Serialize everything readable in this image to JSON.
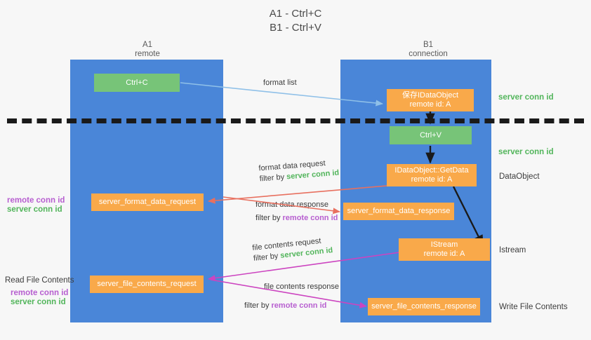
{
  "title": {
    "line1": "A1 - Ctrl+C",
    "line2": "B1 - Ctrl+V"
  },
  "columns": [
    {
      "name": "A1",
      "sublabel": "remote"
    },
    {
      "name": "B1",
      "sublabel": "connection"
    }
  ],
  "colors": {
    "lane": "#4a86d8",
    "node_orange": "#f9a94a",
    "node_green": "#77c478",
    "server_conn": "#52b55b",
    "remote_conn": "#b75fd0",
    "arrow_blue": "#8fc0e8",
    "arrow_red": "#e8705f",
    "arrow_magenta": "#cc44c0",
    "arrow_black": "#1a1a1a",
    "background": "#f7f7f7"
  },
  "nodes": {
    "ctrl_c": {
      "label": "Ctrl+C",
      "sublabel": ""
    },
    "save_dataobject": {
      "label": "保存IDataObject",
      "sublabel": "remote id: A"
    },
    "ctrl_v": {
      "label": "Ctrl+V",
      "sublabel": ""
    },
    "getdata": {
      "label": "IDataObject::GetData",
      "sublabel": "remote id: A"
    },
    "format_data_request": {
      "label": "server_format_data_request",
      "sublabel": ""
    },
    "format_data_response": {
      "label": "server_format_data_response",
      "sublabel": ""
    },
    "istream": {
      "label": "IStream",
      "sublabel": "remote id: A"
    },
    "file_contents_request": {
      "label": "server_file_contents_request",
      "sublabel": ""
    },
    "file_contents_response": {
      "label": "server_file_contents_response",
      "sublabel": ""
    }
  },
  "edges": [
    {
      "name": "format-list",
      "line1": "format list",
      "filter_prefix": "",
      "filter_target": ""
    },
    {
      "name": "format-data-request",
      "line1": "format data request",
      "filter_prefix": "filter by ",
      "filter_target": "server conn id"
    },
    {
      "name": "format-data-response",
      "line1": "format data response",
      "filter_prefix": "filter by ",
      "filter_target": "remote conn id"
    },
    {
      "name": "file-contents-request",
      "line1": "file contents request",
      "filter_prefix": "filter by ",
      "filter_target": "server conn id"
    },
    {
      "name": "file-contents-response",
      "line1": "file contents response",
      "filter_prefix": "filter by ",
      "filter_target": "remote conn id"
    }
  ],
  "right_labels": {
    "server_conn_top": "server conn id",
    "server_conn_mid": "server conn id",
    "dataobject": "DataObject",
    "istream": "Istream",
    "write_file_contents": "Write File Contents"
  },
  "left_labels": {
    "remote_conn_1": "remote conn id",
    "server_conn_1": "server conn id",
    "read_file_contents": "Read File Contents",
    "remote_conn_2": "remote conn id",
    "server_conn_2": "server conn id"
  }
}
